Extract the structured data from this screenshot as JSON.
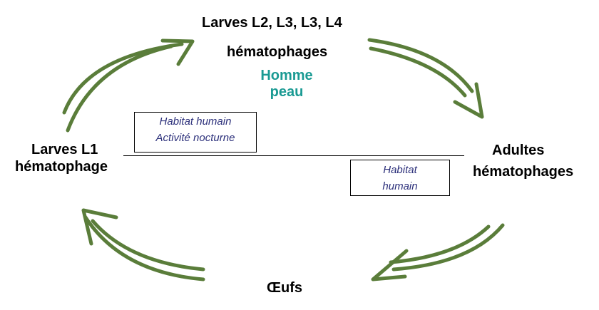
{
  "stages": {
    "top_line1": "Larves L2, L3, L3, L4",
    "top_line2": "hématophages",
    "left_line1": "Larves L1",
    "left_line2": "hématophage",
    "right_line1": "Adultes",
    "right_line2": "hématophages",
    "bottom": "Œufs"
  },
  "host": {
    "line1": "Homme",
    "line2": "peau"
  },
  "box_left": {
    "line1": "Habitat humain",
    "line2": "Activité nocturne"
  },
  "box_right": {
    "line1": "Habitat",
    "line2": "humain"
  },
  "colors": {
    "arrow": "#5a7d3a",
    "host_text": "#1a9a93",
    "box_text": "#2b2f7a"
  }
}
